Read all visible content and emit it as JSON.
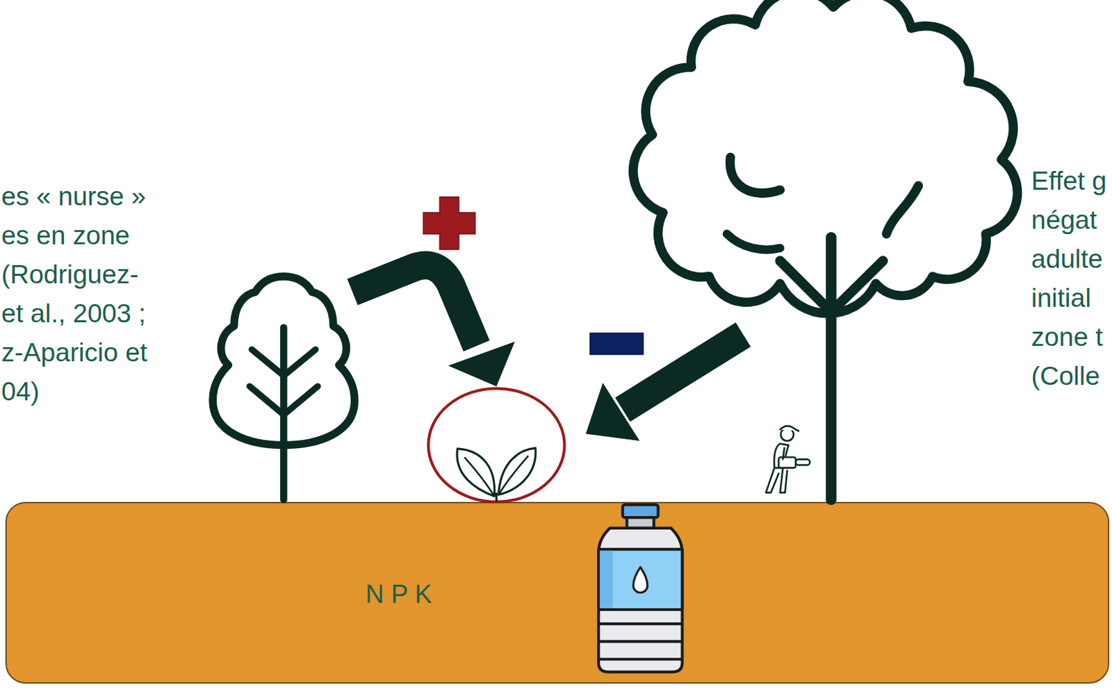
{
  "diagram": {
    "nodes": [
      {
        "text": [
          "N P K"
        ]
      }
    ],
    "labels": [
      "es « nurse » es en zone (Rodriguez- et al., 2003 ; z-Aparicio et 04)",
      "Effet g négat adulte initial zone t (Colle"
    ]
  }
}
